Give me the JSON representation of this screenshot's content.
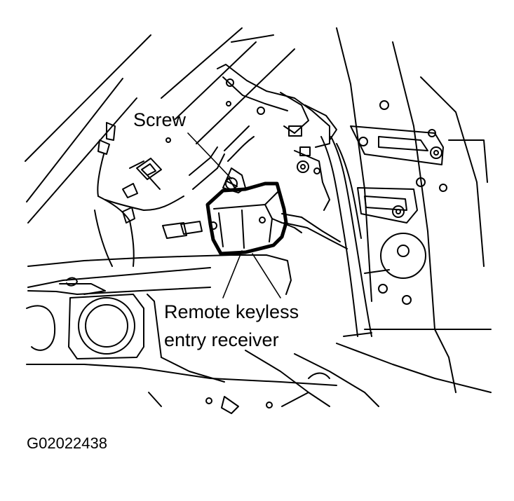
{
  "labels": {
    "screw": "Screw",
    "receiver_line1": "Remote keyless",
    "receiver_line2": "entry receiver"
  },
  "figure_id": "G02022438",
  "colors": {
    "ink": "#000000",
    "paper": "#ffffff"
  }
}
